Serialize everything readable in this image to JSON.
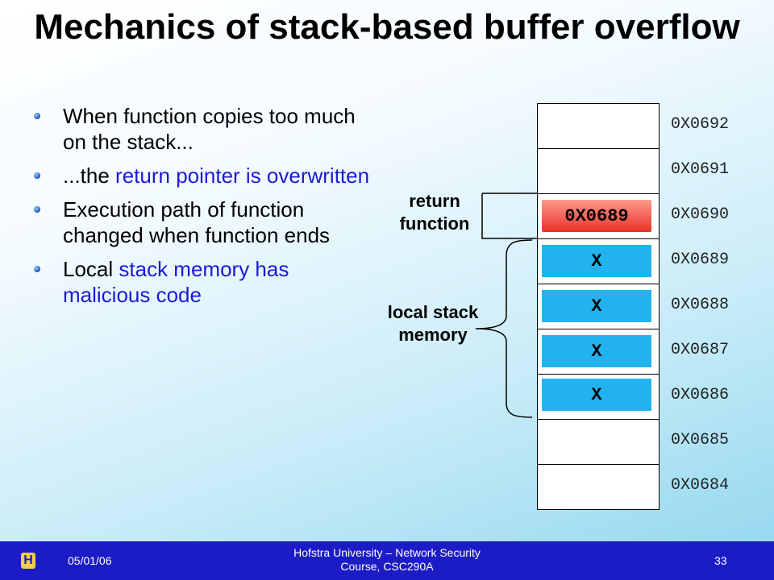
{
  "title": "Mechanics of stack-based buffer overflow",
  "bullets": [
    {
      "parts": [
        {
          "text": "When function copies too much on the stack...",
          "color": "#000000"
        }
      ]
    },
    {
      "parts": [
        {
          "text": "...the ",
          "color": "#000000"
        },
        {
          "text": "return pointer is overwritten",
          "color": "#1a1ad6"
        }
      ]
    },
    {
      "parts": [
        {
          "text": "Execution path of function changed when function ends",
          "color": "#000000"
        }
      ]
    },
    {
      "parts": [
        {
          "text": "Local ",
          "color": "#000000"
        },
        {
          "text": "stack memory has malicious code",
          "color": "#1a1ad6"
        }
      ]
    }
  ],
  "stack": {
    "addresses": [
      "0X0692",
      "0X0691",
      "0X0690",
      "0X0689",
      "0X0688",
      "0X0687",
      "0X0686",
      "0X0685",
      "0X0684"
    ],
    "return_value": "0X0689",
    "fill_values": [
      "X",
      "X",
      "X",
      "X"
    ],
    "label_return": "return function",
    "label_local": "local stack memory"
  },
  "footer": {
    "date": "05/01/06",
    "course": "Hofstra University – Network Security Course, CSC290A",
    "page": "33"
  }
}
